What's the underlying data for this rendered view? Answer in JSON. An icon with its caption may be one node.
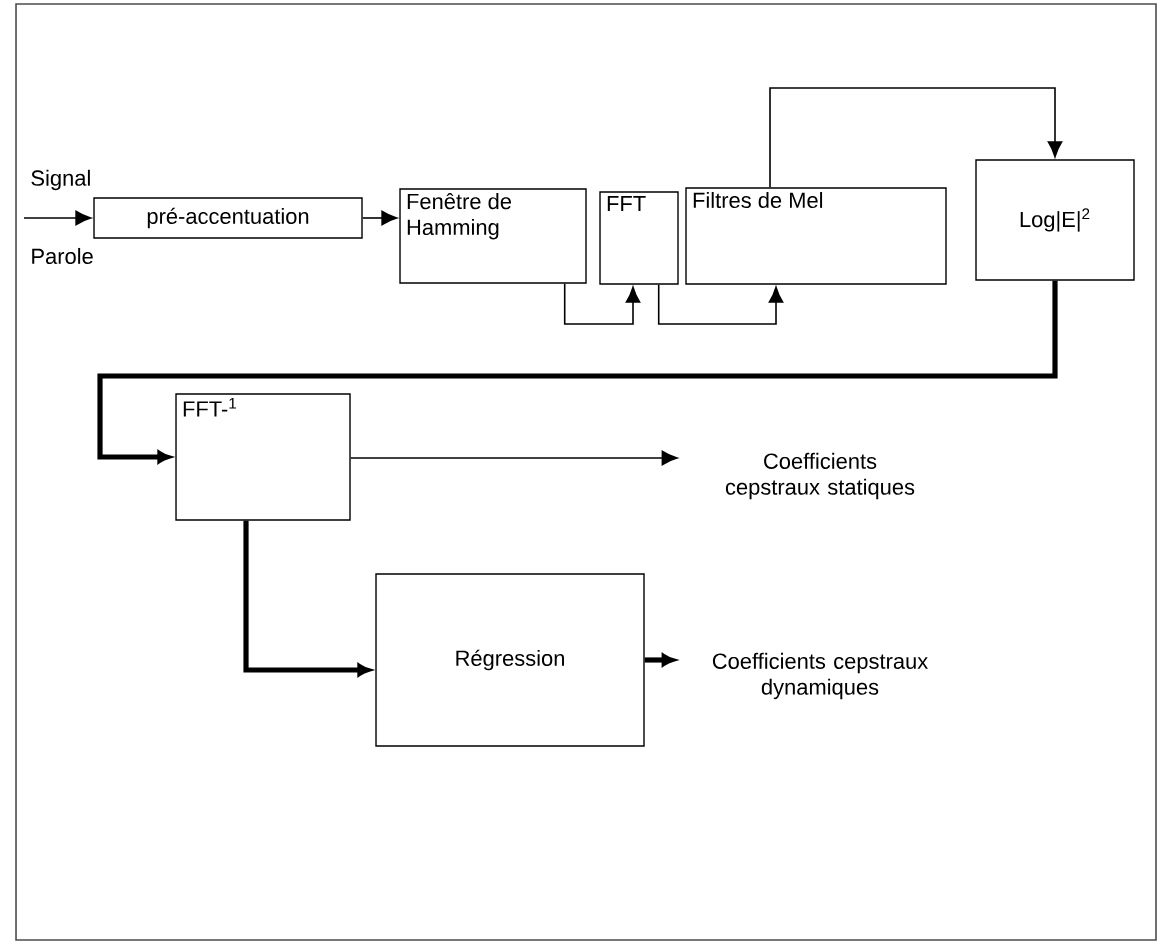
{
  "diagram": {
    "nodes": [
      {
        "text": [
          "pré-accentuation"
        ]
      },
      {
        "text": [
          "Fenêtre de Hamming"
        ]
      },
      {
        "text": [
          "FFT"
        ]
      },
      {
        "text": [
          "Filtres de Mel"
        ]
      },
      {
        "text": [
          "Log|E|$^{2}$"
        ]
      },
      {
        "text": [
          "FFT-$^{1}$"
        ]
      },
      {
        "text": [
          "Régression"
        ]
      },
      {
        "text": [
          "Coefficients cepstraux statiques"
        ]
      },
      {
        "text": [
          "Coefficients cepstraux dynamiques"
        ]
      }
    ],
    "edges": [
      {
        "from": null,
        "to": 0,
        "arrow": "to"
      },
      {
        "from": 0,
        "to": 1,
        "arrow": "to"
      },
      {
        "from": 1,
        "to": 2,
        "arrow": "to"
      },
      {
        "from": 2,
        "to": 3,
        "arrow": "to"
      },
      {
        "from": 3,
        "to": 4,
        "arrow": "to"
      },
      {
        "from": 4,
        "to": 5,
        "arrow": "to",
        "style": "thick"
      },
      {
        "from": 5,
        "to": 7,
        "arrow": "to"
      },
      {
        "from": 5,
        "to": 6,
        "arrow": "to",
        "style": "thick"
      },
      {
        "from": 6,
        "to": 8,
        "arrow": "to",
        "style": "thick"
      }
    ],
    "labels": [
      "Signal",
      "Parole"
    ]
  }
}
